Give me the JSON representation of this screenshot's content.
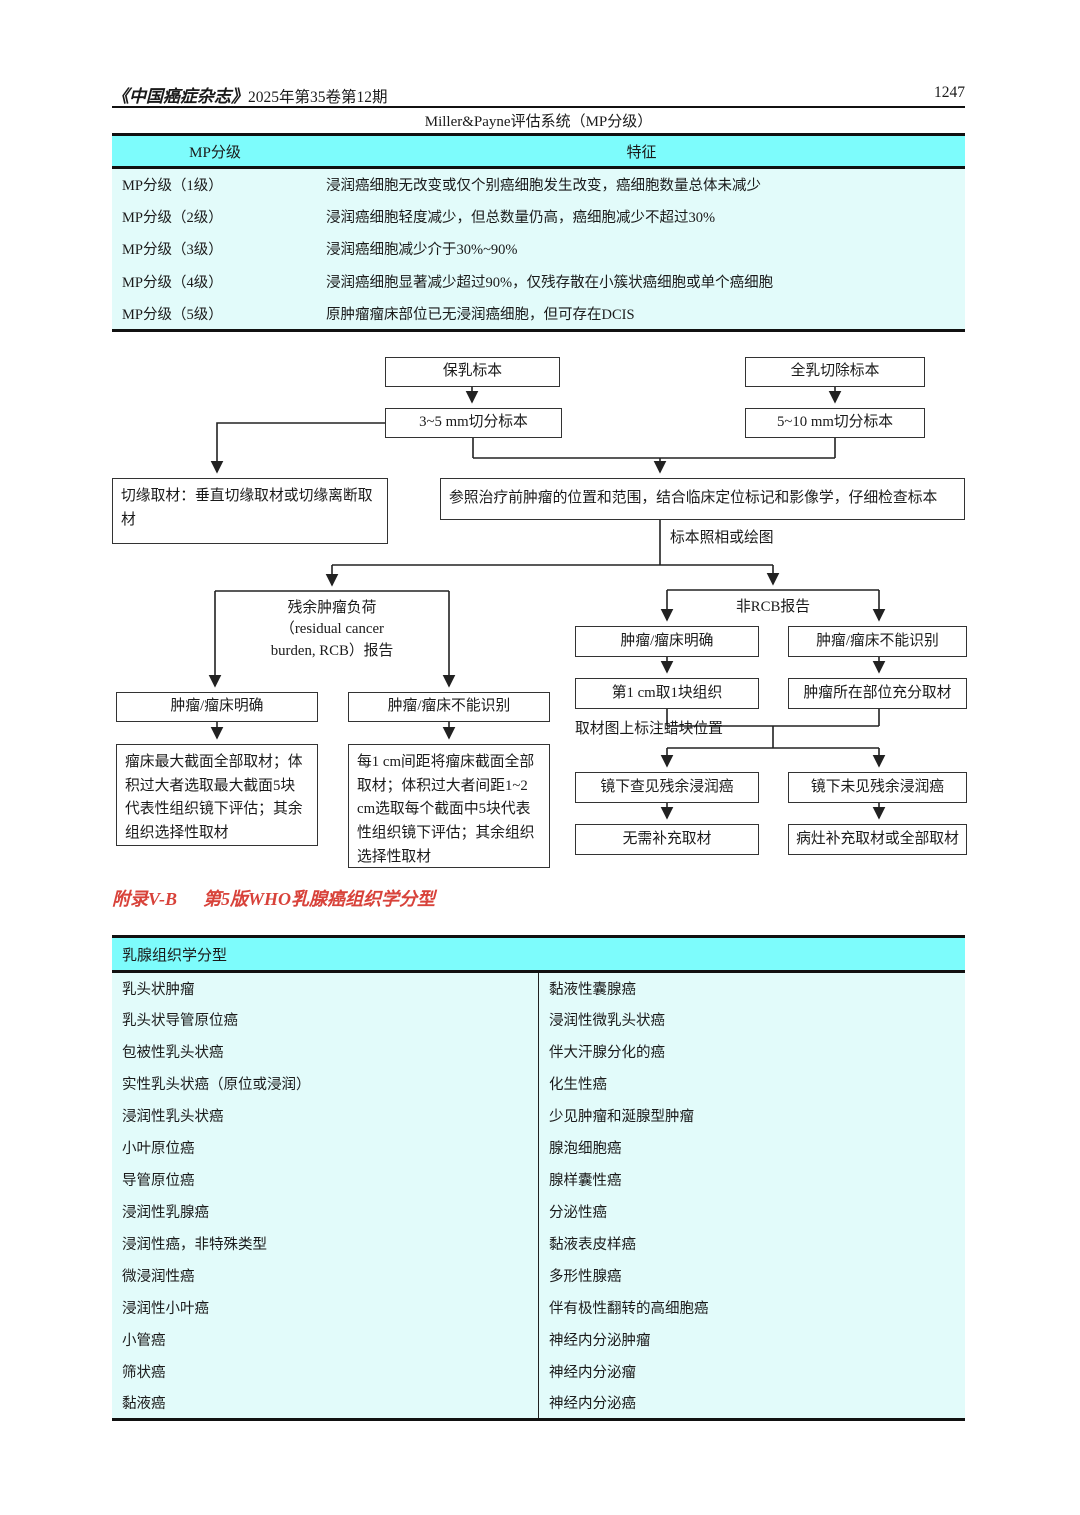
{
  "page": {
    "journal_name": "《中国癌症杂志》",
    "issue": "2025年第35卷第12期",
    "page_number": "1247"
  },
  "mp_table": {
    "title": "Miller&Payne评估系统（MP分级）",
    "headers": [
      "MP分级",
      "特征"
    ],
    "rows": [
      [
        "MP分级（1级）",
        "浸润癌细胞无改变或仅个别癌细胞发生改变，癌细胞数量总体未减少"
      ],
      [
        "MP分级（2级）",
        "浸润癌细胞轻度减少，但总数量仍高，癌细胞减少不超过30%"
      ],
      [
        "MP分级（3级）",
        "浸润癌细胞减少介于30%~90%"
      ],
      [
        "MP分级（4级）",
        "浸润癌细胞显著减少超过90%，仅残存散在小簇状癌细胞或单个癌细胞"
      ],
      [
        "MP分级（5级）",
        "原肿瘤瘤床部位已无浸润癌细胞，但可存在DCIS"
      ]
    ]
  },
  "flowchart": {
    "nodes": {
      "bc": "保乳标本",
      "tm": "全乳切除标本",
      "bc_cut": "3~5 mm切分标本",
      "tm_cut": "5~10 mm切分标本",
      "margin": "切缘取材：垂直切缘取材或切缘离断取材",
      "inspect": "参照治疗前肿瘤的位置和范围，结合临床定位标记和影像学，仔细检查标本",
      "photo_label": "标本照相或绘图",
      "rcb_label": "残余肿瘤负荷\n（residual cancer\nburden, RCB）报告",
      "non_rcb_label": "非RCB报告",
      "l_clear": "肿瘤/瘤床明确",
      "l_unclear": "肿瘤/瘤床不能识别",
      "l_clear_detail": "瘤床最大截面全部取材；体积过大者选取最大截面5块代表性组织镜下评估；其余组织选择性取材",
      "l_unclear_detail": "每1 cm间距将瘤床截面全部取材；体积过大者间距1~2 cm选取每个截面中5块代表性组织镜下评估；其余组织选择性取材",
      "r_clear": "肿瘤/瘤床明确",
      "r_unclear": "肿瘤/瘤床不能识别",
      "r_block": "第1 cm取1块组织",
      "r_sample": "肿瘤所在部位充分取材",
      "wax_label": "取材图上标注蜡块位置",
      "found": "镜下查见残余浸润癌",
      "not_found": "镜下未见残余浸润癌",
      "no_supp": "无需补充取材",
      "supp": "病灶补充取材或全部取材"
    }
  },
  "appendix": {
    "label": "附录V-B",
    "title": "第5版WHO乳腺癌组织学分型"
  },
  "who_table": {
    "title": "乳腺组织学分型",
    "left": [
      "乳头状肿瘤",
      "乳头状导管原位癌",
      "包被性乳头状癌",
      "实性乳头状癌（原位或浸润）",
      "浸润性乳头状癌",
      "小叶原位癌",
      "导管原位癌",
      "浸润性乳腺癌",
      "浸润性癌，非特殊类型",
      "微浸润性癌",
      "浸润性小叶癌",
      "小管癌",
      "筛状癌",
      "黏液癌"
    ],
    "right": [
      "黏液性囊腺癌",
      "浸润性微乳头状癌",
      "伴大汗腺分化的癌",
      "化生性癌",
      "少见肿瘤和涎腺型肿瘤",
      "腺泡细胞癌",
      "腺样囊性癌",
      "分泌性癌",
      "黏液表皮样癌",
      "多形性腺癌",
      "伴有极性翻转的高细胞癌",
      "神经内分泌肿瘤",
      "神经内分泌瘤",
      "神经内分泌癌"
    ]
  },
  "colors": {
    "table_header_cyan": "#7dfcfc",
    "table_body_cyan": "#e2fbfa",
    "heading_red": "#d8423a",
    "line_black": "#222222"
  }
}
